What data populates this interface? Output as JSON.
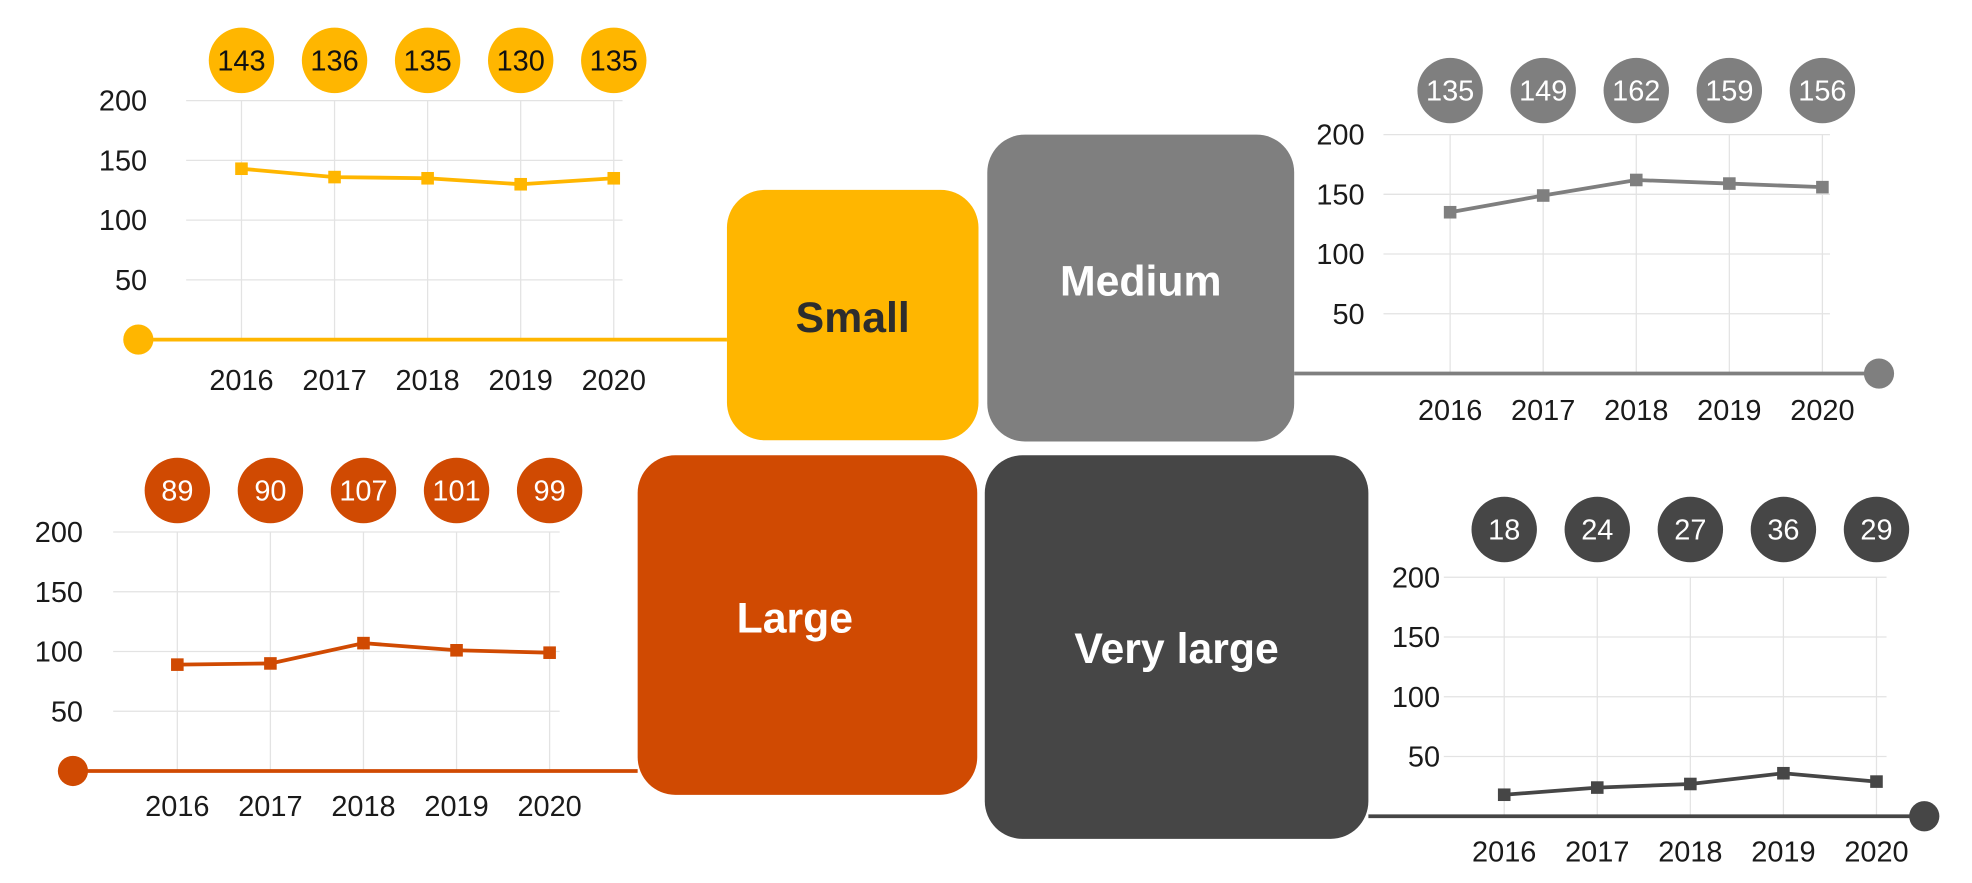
{
  "colors": {
    "small": "#FFB600",
    "medium": "#7F7F7F",
    "large": "#D04A02",
    "very_large": "#464646",
    "grid": "#E3E3E3",
    "axis_text": "#1a1a1a"
  },
  "boxes": {
    "small": "Small",
    "medium": "Medium",
    "large": "Large",
    "very_large": "Very large"
  },
  "chart_data": [
    {
      "type": "line",
      "title": "Small",
      "categories": [
        "2016",
        "2017",
        "2018",
        "2019",
        "2020"
      ],
      "values": [
        143,
        136,
        135,
        130,
        135
      ],
      "ylim": [
        0,
        200
      ],
      "yticks": [
        "50",
        "100",
        "150",
        "200"
      ],
      "grid": true,
      "color": "#FFB600",
      "label_color": "#111111"
    },
    {
      "type": "line",
      "title": "Medium",
      "categories": [
        "2016",
        "2017",
        "2018",
        "2019",
        "2020"
      ],
      "values": [
        135,
        149,
        162,
        159,
        156
      ],
      "ylim": [
        0,
        200
      ],
      "yticks": [
        "50",
        "100",
        "150",
        "200"
      ],
      "grid": true,
      "color": "#7F7F7F",
      "label_color": "#FFFFFF"
    },
    {
      "type": "line",
      "title": "Large",
      "categories": [
        "2016",
        "2017",
        "2018",
        "2019",
        "2020"
      ],
      "values": [
        89,
        90,
        107,
        101,
        99
      ],
      "ylim": [
        0,
        200
      ],
      "yticks": [
        "50",
        "100",
        "150",
        "200"
      ],
      "grid": true,
      "color": "#D04A02",
      "label_color": "#FFFFFF"
    },
    {
      "type": "line",
      "title": "Very large",
      "categories": [
        "2016",
        "2017",
        "2018",
        "2019",
        "2020"
      ],
      "values": [
        18,
        24,
        27,
        36,
        29
      ],
      "ylim": [
        0,
        200
      ],
      "yticks": [
        "50",
        "100",
        "150",
        "200"
      ],
      "grid": true,
      "color": "#464646",
      "label_color": "#FFFFFF"
    }
  ]
}
